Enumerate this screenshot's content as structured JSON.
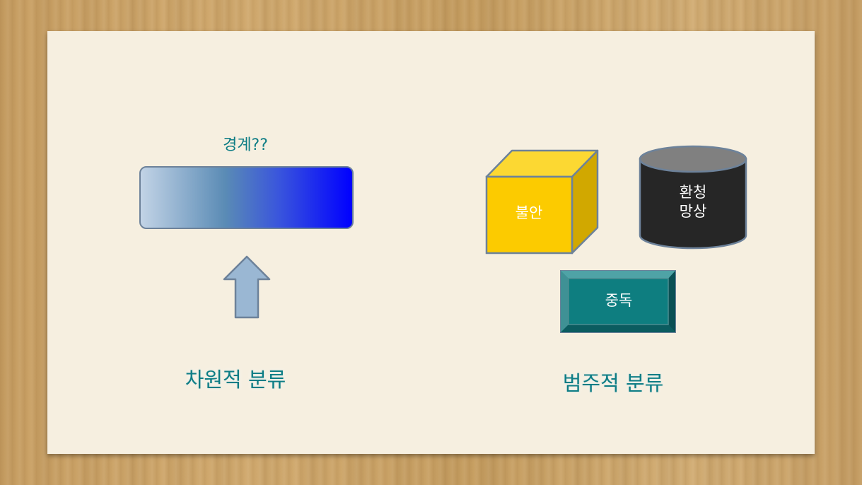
{
  "slide": {
    "dimensional": {
      "boundary_label": "경계??",
      "title": "차원적 분류"
    },
    "categorical": {
      "title": "범주적 분류",
      "cube_label": "불안",
      "cylinder_label_line1": "환청",
      "cylinder_label_line2": "망상",
      "bevel_label": "중독"
    }
  },
  "colors": {
    "text_teal": "#0e7d85",
    "gradient_start": "#c2d3e6",
    "gradient_end": "#0000ff",
    "arrow_fill": "#9ab7d3",
    "cube_front": "#fccb00",
    "cube_top": "#fcd832",
    "cube_side": "#d1a800",
    "cylinder_body": "#262626",
    "cylinder_top": "#808080",
    "bevel_face": "#0e7e80",
    "slide_bg": "#f6efe0"
  },
  "icons": {
    "up_arrow": "up-arrow-icon"
  }
}
